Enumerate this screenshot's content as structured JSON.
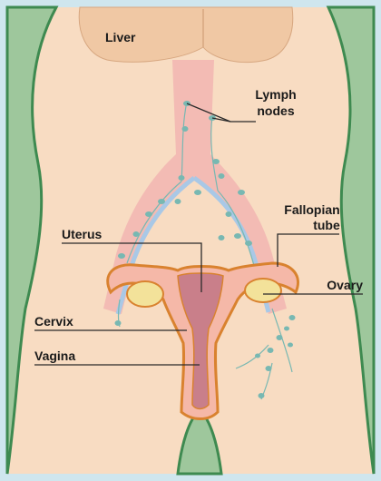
{
  "colors": {
    "frame": "#cfe6ee",
    "skin": "#f8dcc2",
    "body_side": "#9ec79c",
    "body_side_edge": "#3e8a50",
    "liver": "#f0c8a4",
    "artery": "#f2b7b2",
    "vein": "#a9c8e6",
    "uterus_outer": "#f5b8a8",
    "uterus_edge": "#d9822f",
    "uterus_inner": "#c97f8a",
    "ovary": "#f3e29a",
    "lymph": "#78b8b2"
  },
  "labels": {
    "liver": "Liver",
    "lymph_nodes_line1": "Lymph",
    "lymph_nodes_line2": "nodes",
    "fallopian_line1": "Fallopian",
    "fallopian_line2": "tube",
    "uterus": "Uterus",
    "ovary": "Ovary",
    "cervix": "Cervix",
    "vagina": "Vagina"
  }
}
